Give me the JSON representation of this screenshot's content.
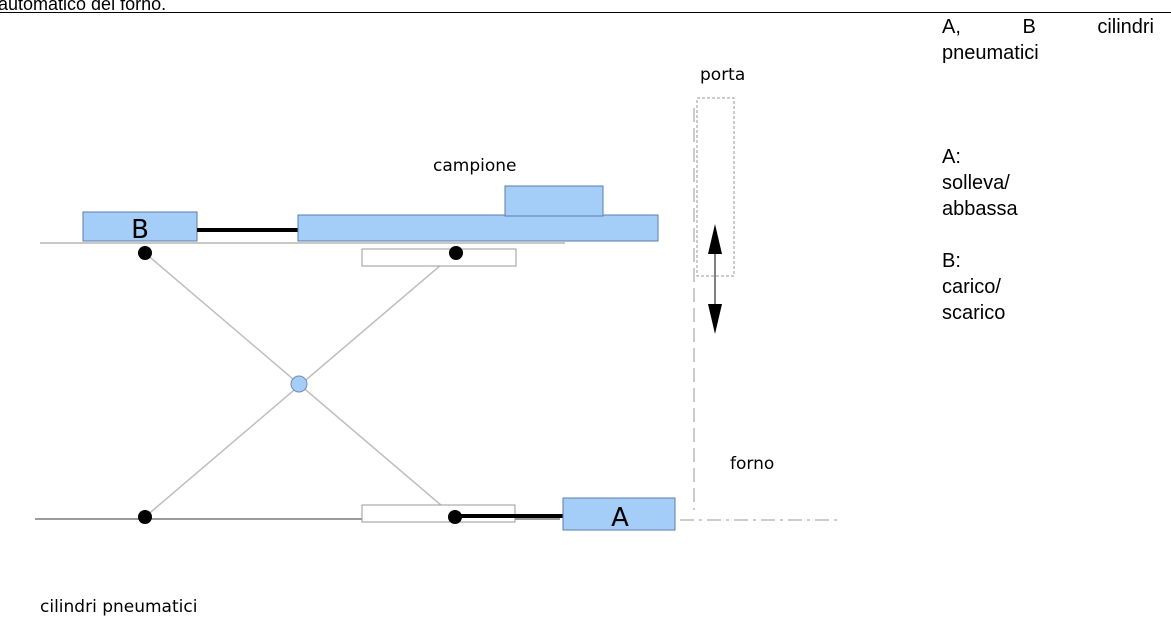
{
  "header": {
    "top_text": "automatico del forno."
  },
  "diagram": {
    "labels": {
      "porta": "porta",
      "campione": "campione",
      "forno": "forno",
      "cylinder_b": "B",
      "cylinder_a": "A",
      "caption": "cilindri pneumatici"
    },
    "colors": {
      "cylinder_fill": "#a4cdf7",
      "cylinder_stroke": "#5b7ea8",
      "line": "#000000",
      "scissor": "#b8b8b8",
      "pivot_center": "#a4cdf7"
    }
  },
  "side_panel": {
    "title_line1": "A,  B  cilindri",
    "title_line2": "pneumatici",
    "items": [
      {
        "lines": [
          "A:",
          "solleva/",
          "abbassa"
        ]
      },
      {
        "lines": [
          "B:",
          "carico/",
          "scarico"
        ]
      }
    ]
  }
}
